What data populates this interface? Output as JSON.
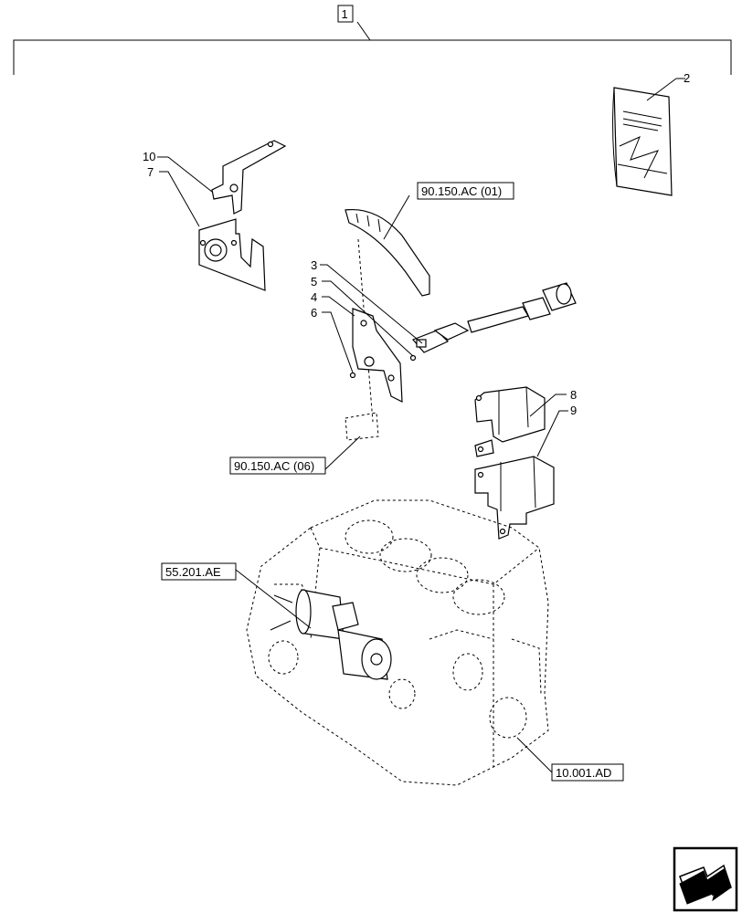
{
  "kit_item": "1",
  "callouts": {
    "item2": "2",
    "item3": "3",
    "item4": "4",
    "item5": "5",
    "item6": "6",
    "item7": "7",
    "item8": "8",
    "item9": "9",
    "item10": "10"
  },
  "references": {
    "wiring_top": "90.150.AC (01)",
    "wiring_bottom": "90.150.AC (06)",
    "starter": "55.201.AE",
    "engine_block": "10.001.AD"
  },
  "icons": {
    "nav": "next-page-arrow-icon"
  }
}
